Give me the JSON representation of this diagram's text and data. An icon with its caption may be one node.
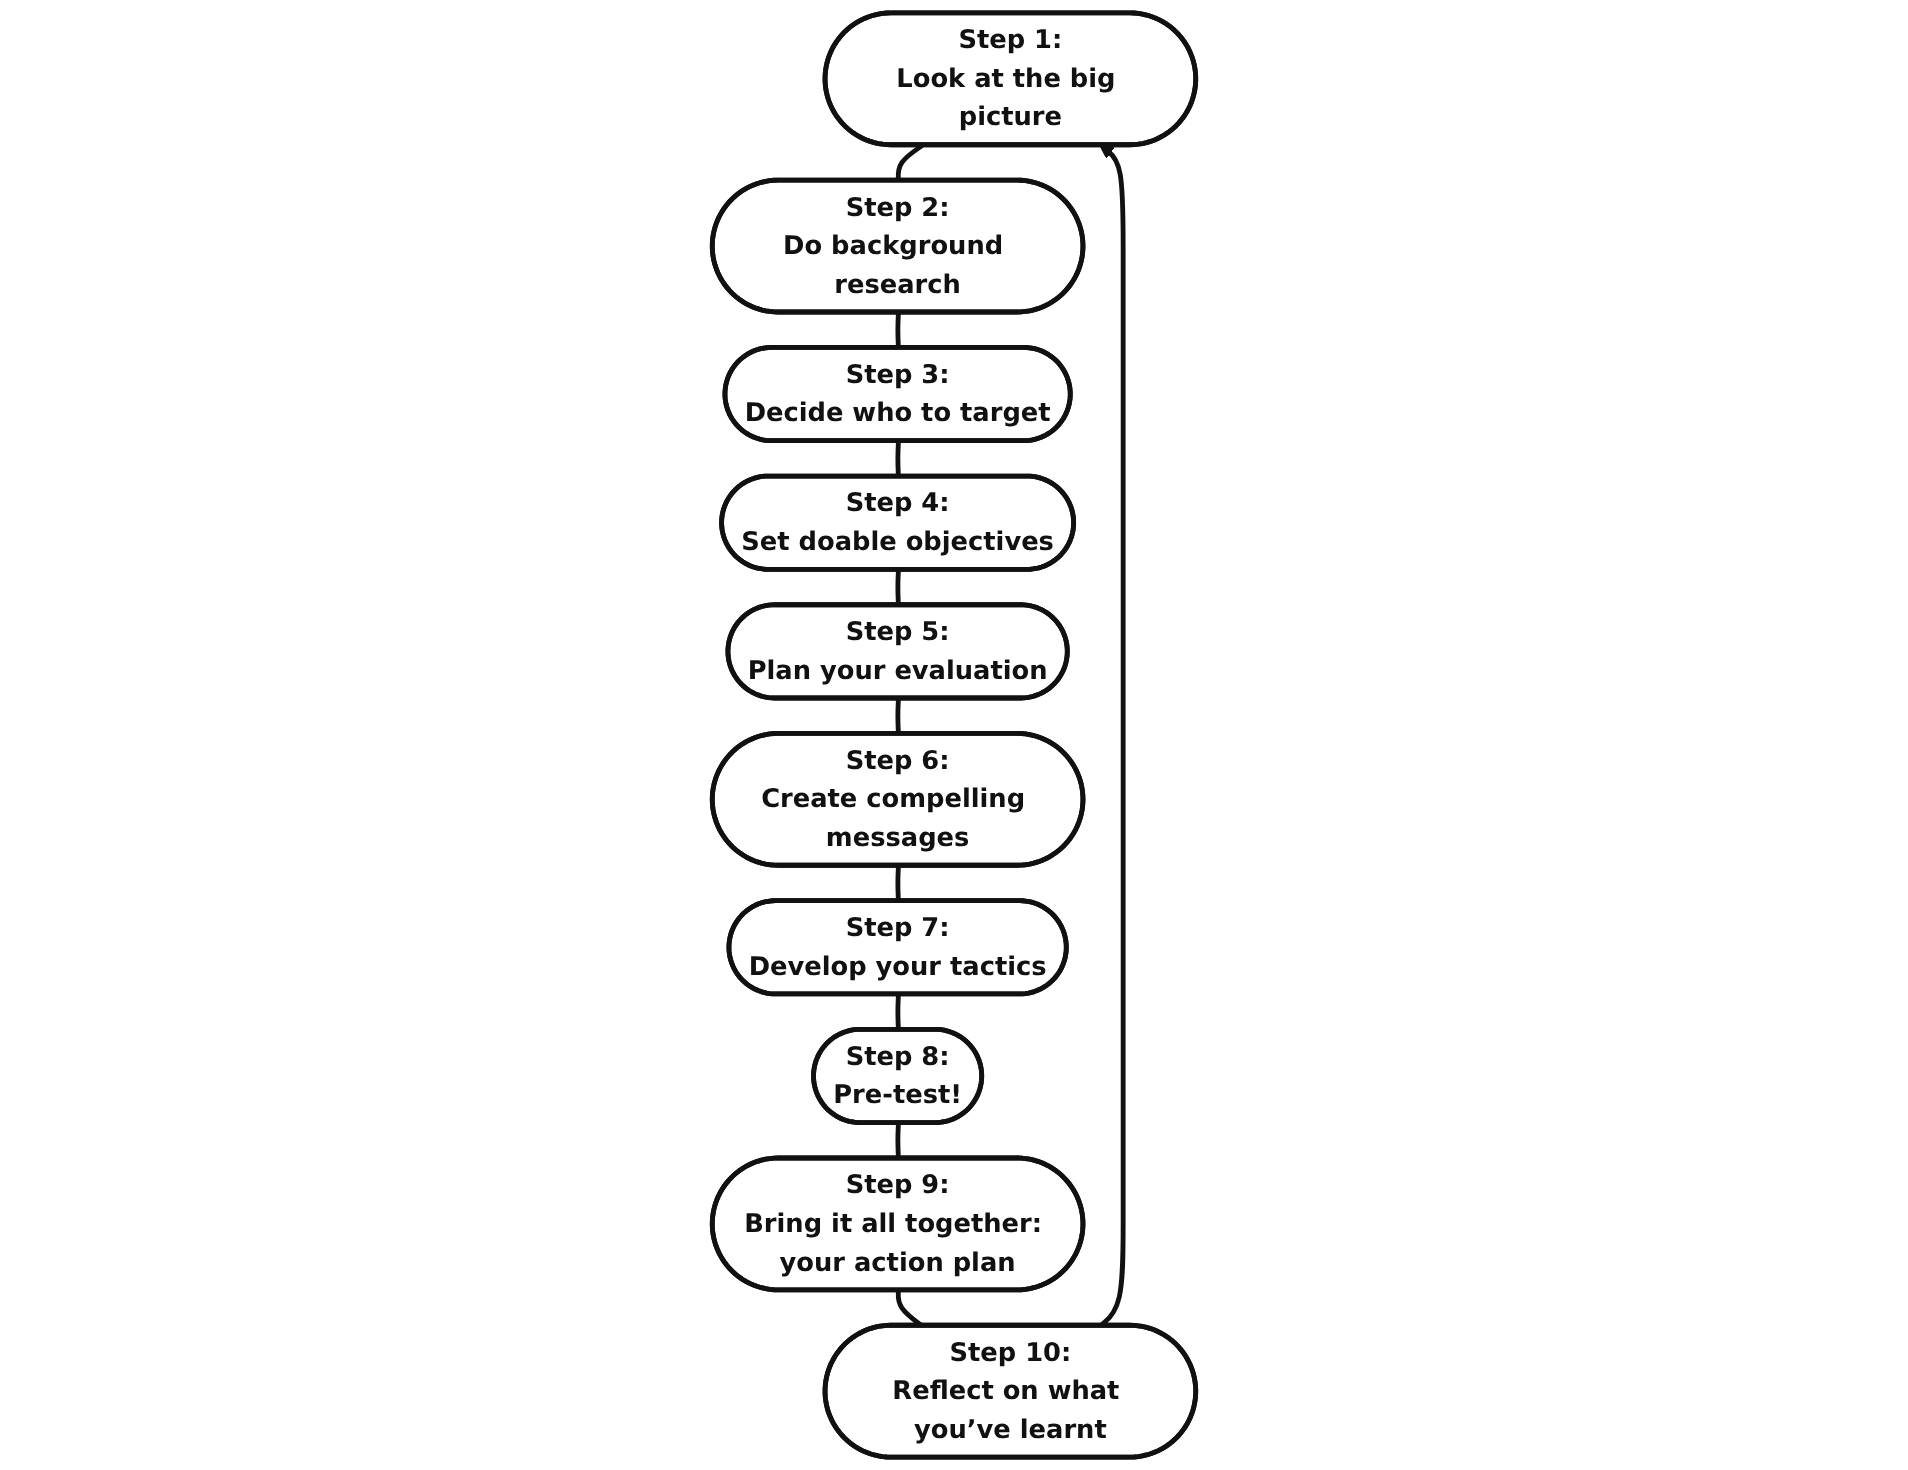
{
  "diagram": {
    "nodes": [
      {
        "text": [
          "Step 1:",
          "Look at the big picture"
        ]
      },
      {
        "text": [
          "Step 2:",
          "Do background research"
        ]
      },
      {
        "text": [
          "Step 3:",
          "Decide who to target"
        ]
      },
      {
        "text": [
          "Step 4:",
          "Set doable objectives"
        ]
      },
      {
        "text": [
          "Step 5:",
          "Plan your evaluation"
        ]
      },
      {
        "text": [
          "Step 6:",
          "Create compelling messages"
        ]
      },
      {
        "text": [
          "Step 7:",
          "Develop your tactics"
        ]
      },
      {
        "text": [
          "Step 8:",
          "Pre-test!"
        ]
      },
      {
        "text": [
          "Step 9:",
          "Bring it all together: your action plan"
        ]
      },
      {
        "text": [
          "Step 10:",
          "Reflect on what you’ve learnt"
        ]
      }
    ],
    "edges": [
      {
        "from": 0,
        "to": 1,
        "arrow": "none"
      },
      {
        "from": 1,
        "to": 2,
        "arrow": "none"
      },
      {
        "from": 2,
        "to": 3,
        "arrow": "none"
      },
      {
        "from": 3,
        "to": 4,
        "arrow": "none"
      },
      {
        "from": 4,
        "to": 5,
        "arrow": "none"
      },
      {
        "from": 5,
        "to": 6,
        "arrow": "none"
      },
      {
        "from": 6,
        "to": 7,
        "arrow": "none"
      },
      {
        "from": 7,
        "to": 8,
        "arrow": "none"
      },
      {
        "from": 8,
        "to": 9,
        "arrow": "none"
      },
      {
        "from": 9,
        "to": 0,
        "arrow": "to"
      }
    ]
  }
}
